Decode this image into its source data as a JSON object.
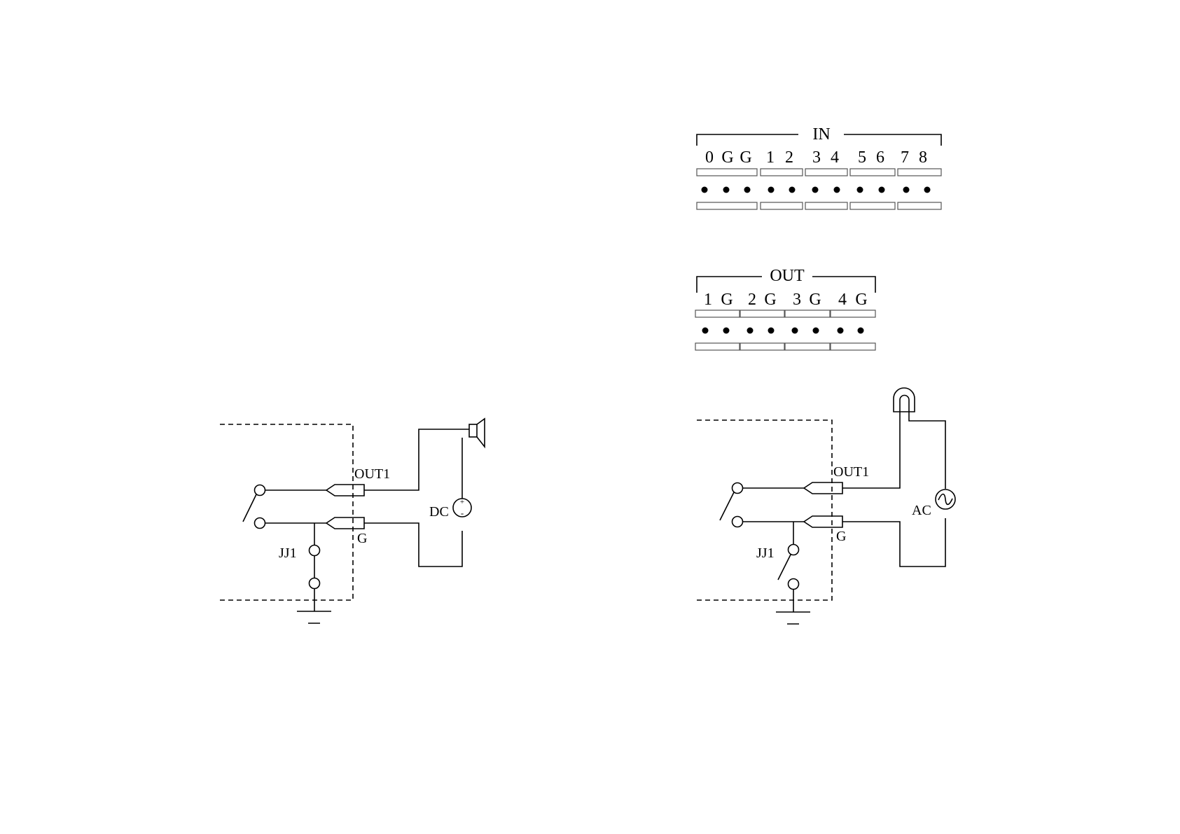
{
  "connectors": {
    "input": {
      "header": "IN",
      "pins": [
        "0",
        "G",
        "G",
        "1",
        "2",
        "3",
        "4",
        "5",
        "6",
        "7",
        "8"
      ]
    },
    "output": {
      "header": "OUT",
      "pins": [
        "1",
        "G",
        "2",
        "G",
        "3",
        "G",
        "4",
        "G"
      ]
    }
  },
  "circuits": {
    "dc": {
      "terminal_out": "OUT1",
      "terminal_gnd": "G",
      "switch_label": "JJ1",
      "source_label": "DC",
      "source_plus": "+",
      "source_minus": "-",
      "load_icon": "speaker-icon"
    },
    "ac": {
      "terminal_out": "OUT1",
      "terminal_gnd": "G",
      "switch_label": "JJ1",
      "source_label": "AC",
      "load_icon": "lamp-icon"
    }
  }
}
